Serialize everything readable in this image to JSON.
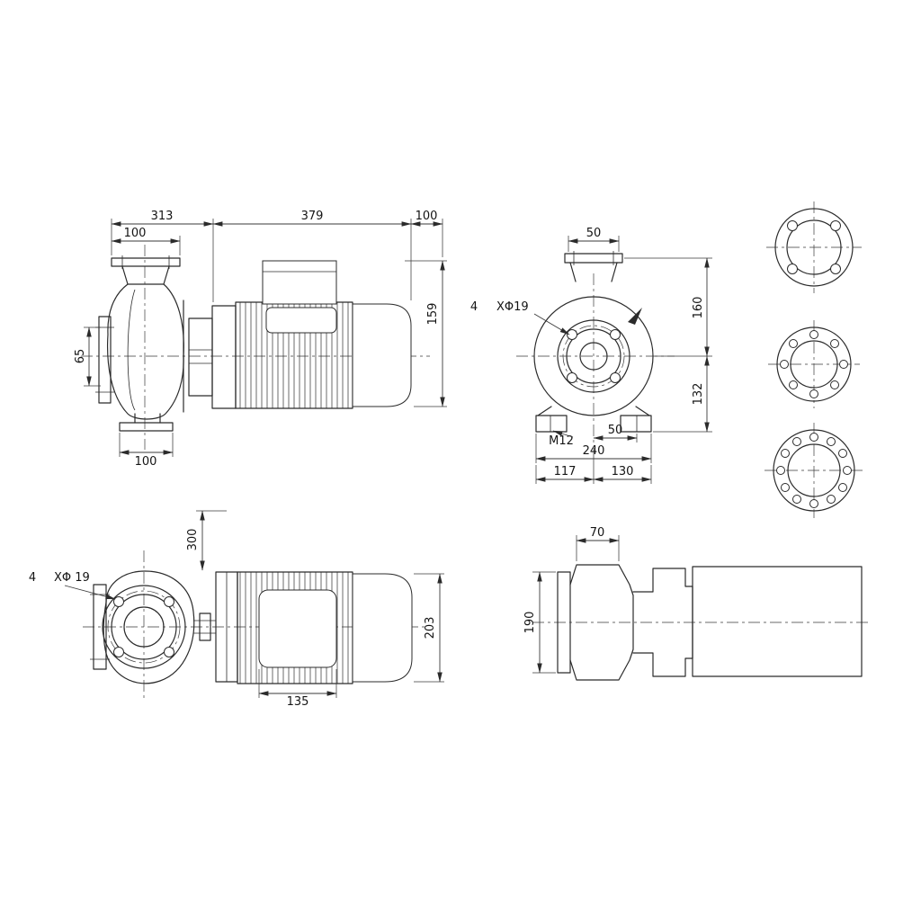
{
  "drawing": {
    "subject": "end-suction centrifugal pump with close-coupled motor",
    "line_color": "#2b2b2b",
    "background": "#ffffff"
  },
  "side_view": {
    "pump_length": "313",
    "motor_length": "379",
    "rear_overhang": "100",
    "discharge_flange_width": "100",
    "suction_port": "65",
    "motor_height": "159",
    "foot_length": "100"
  },
  "front_view": {
    "port_width": "50",
    "bolt_qty": "4",
    "bolt_spec": "XΦ19",
    "height_above_center": "160",
    "height_below_center": "132",
    "thread": "M12",
    "foot_bolt_offset": "50",
    "base_width": "240",
    "base_left": "117",
    "base_right": "130"
  },
  "plan_view": {
    "discharge_height": "300",
    "bolt_qty": "4",
    "bolt_spec": "XΦ 19",
    "motor_width": "203",
    "terminal_box_width": "135"
  },
  "end_view": {
    "top_width": "70",
    "flange_height": "190"
  }
}
